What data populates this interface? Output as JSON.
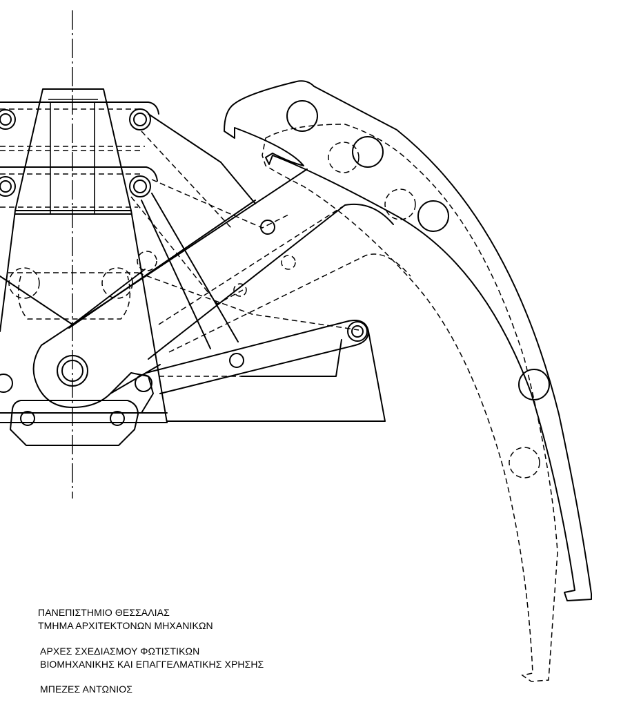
{
  "title_block": {
    "institution": "ΠΑΝΕΠΙΣΤΗΜΙΟ ΘΕΣΣΑΛΙΑΣ",
    "department": "ΤΜΗΜΑ ΑΡΧΙΤΕΚΤΟΝΩΝ ΜΗΧΑΝΙΚΩΝ",
    "course_line1": "ΑΡΧΕΣ ΣΧΕΔΙΑΣΜΟΥ ΦΩΤΙΣΤΙΚΩΝ",
    "course_line2": "ΒΙΟΜΗΧΑΝΙΚΗΣ ΚΑΙ ΕΠΑΓΓΕΛΜΑΤΙΚΗΣ ΧΡΗΣΗΣ",
    "author": "ΜΠΕΖΕΣ ΑΝΤΩΝΙΟΣ"
  }
}
